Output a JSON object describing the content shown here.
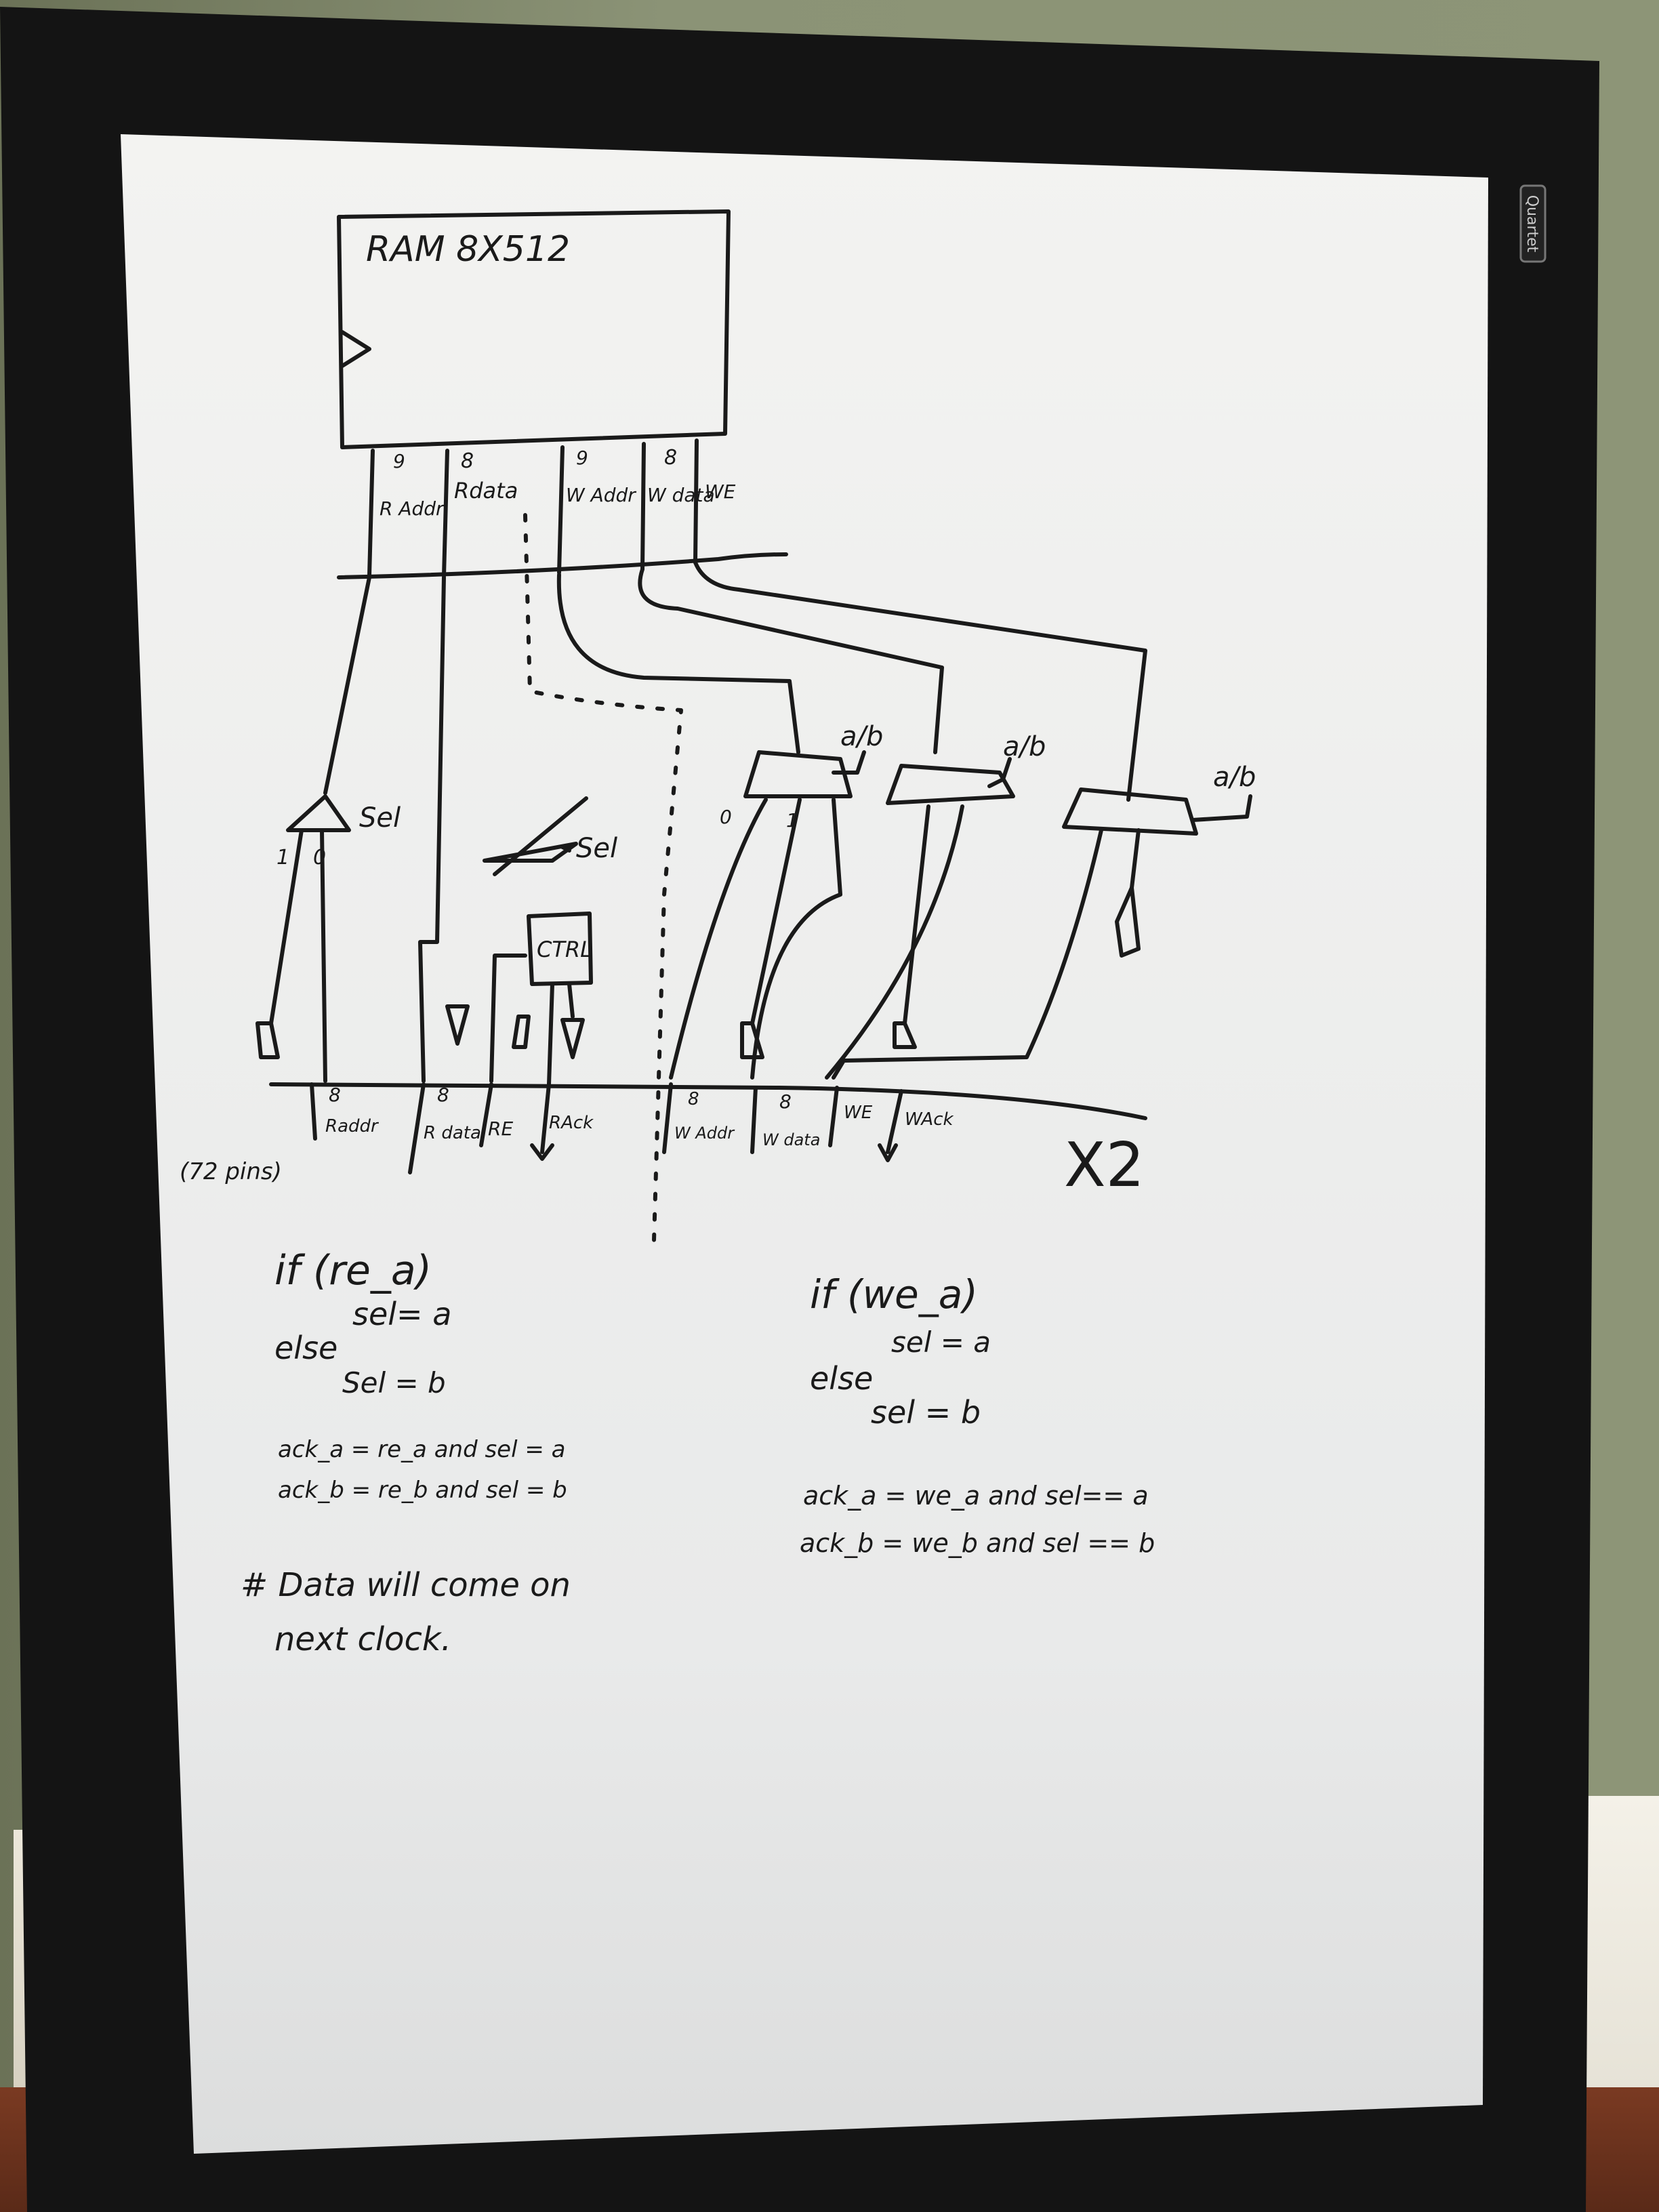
{
  "image": {
    "brand_label": "Quartet"
  },
  "ram_block": {
    "title": "RAM 8X512",
    "pins_top": [
      {
        "width": "9",
        "label": "R Addr"
      },
      {
        "width": "8",
        "label": "Rdata"
      },
      {
        "width": "9",
        "label": "W Addr"
      },
      {
        "width": "8",
        "label": "W data"
      },
      {
        "width": "",
        "label": "WE"
      }
    ]
  },
  "left_side": {
    "mux_label": "Sel",
    "mux_inputs": [
      "1",
      "0"
    ],
    "demux_label": "Sel",
    "ctrl_label": "CTRL"
  },
  "right_side": {
    "mux_select_label": "a/b",
    "mux_inputs": [
      "0",
      "1"
    ]
  },
  "bottom_pins": [
    {
      "width": "8",
      "label": "Raddr"
    },
    {
      "width": "8",
      "label": "R data"
    },
    {
      "width": "",
      "label": "RE"
    },
    {
      "width": "",
      "label": "RAck"
    },
    {
      "width": "8",
      "label": "W Addr"
    },
    {
      "width": "8",
      "label": "W data"
    },
    {
      "width": "",
      "label": "WE"
    },
    {
      "width": "",
      "label": "WAck"
    }
  ],
  "pin_count_note": "(72 pins)",
  "multiplier": "X2",
  "read_logic": {
    "line1": "if (re_a)",
    "line2": "sel= a",
    "line3": "else",
    "line4": "Sel = b",
    "ack_a": "ack_a = re_a and sel = a",
    "ack_b": "ack_b = re_b and sel = b",
    "note_line1": "# Data will come on",
    "note_line2": "next clock."
  },
  "write_logic": {
    "line1": "if (we_a)",
    "line2": "sel = a",
    "line3": "else",
    "line4": "sel = b",
    "ack_a": "ack_a = we_a and sel== a",
    "ack_b": "ack_b = we_b and sel == b"
  }
}
